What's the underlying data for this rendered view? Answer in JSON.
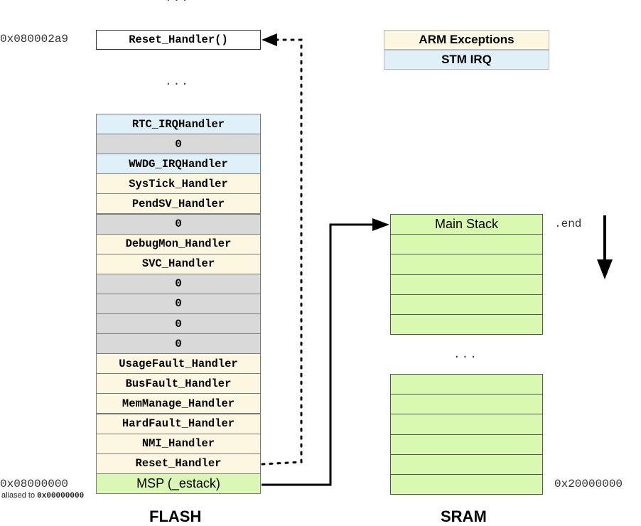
{
  "colors": {
    "arm_exception": "#fdf6e1",
    "stm_irq": "#dff0f9",
    "reserved": "#d9d9d9",
    "msp": "#daf7b6",
    "sram": "#d9f9b0",
    "reset_box": "#ffffff"
  },
  "top_ellipsis": "...",
  "reset_handler_box": {
    "address": "0x080002a9",
    "label": "Reset_Handler()"
  },
  "middle_ellipsis": "...",
  "legend": {
    "arm_exceptions": "ARM Exceptions",
    "stm_irq": "STM IRQ"
  },
  "flash": {
    "title": "FLASH",
    "base_address": "0x08000000",
    "alias_note_prefix": "aliased to ",
    "alias_address": "0x00000000",
    "vector_table": [
      {
        "label": "RTC_IRQHandler",
        "kind": "stm_irq"
      },
      {
        "label": "0",
        "kind": "reserved"
      },
      {
        "label": "WWDG_IRQHandler",
        "kind": "stm_irq"
      },
      {
        "label": "SysTick_Handler",
        "kind": "arm_exception"
      },
      {
        "label": "PendSV_Handler",
        "kind": "arm_exception"
      },
      {
        "label": "0",
        "kind": "reserved"
      },
      {
        "label": "DebugMon_Handler",
        "kind": "arm_exception"
      },
      {
        "label": "SVC_Handler",
        "kind": "arm_exception"
      },
      {
        "label": "0",
        "kind": "reserved"
      },
      {
        "label": "0",
        "kind": "reserved"
      },
      {
        "label": "0",
        "kind": "reserved"
      },
      {
        "label": "0",
        "kind": "reserved"
      },
      {
        "label": "UsageFault_Handler",
        "kind": "arm_exception"
      },
      {
        "label": "BusFault_Handler",
        "kind": "arm_exception"
      },
      {
        "label": "MemManage_Handler",
        "kind": "arm_exception"
      },
      {
        "label": "HardFault_Handler",
        "kind": "arm_exception"
      },
      {
        "label": "NMI_Handler",
        "kind": "arm_exception"
      },
      {
        "label": "Reset_Handler",
        "kind": "arm_exception"
      },
      {
        "label": "MSP (_estack)",
        "kind": "msp"
      }
    ]
  },
  "sram": {
    "title": "SRAM",
    "main_stack_label": "Main Stack",
    "end_label": ".end",
    "gap_ellipsis": "...",
    "base_address": "0x20000000"
  }
}
